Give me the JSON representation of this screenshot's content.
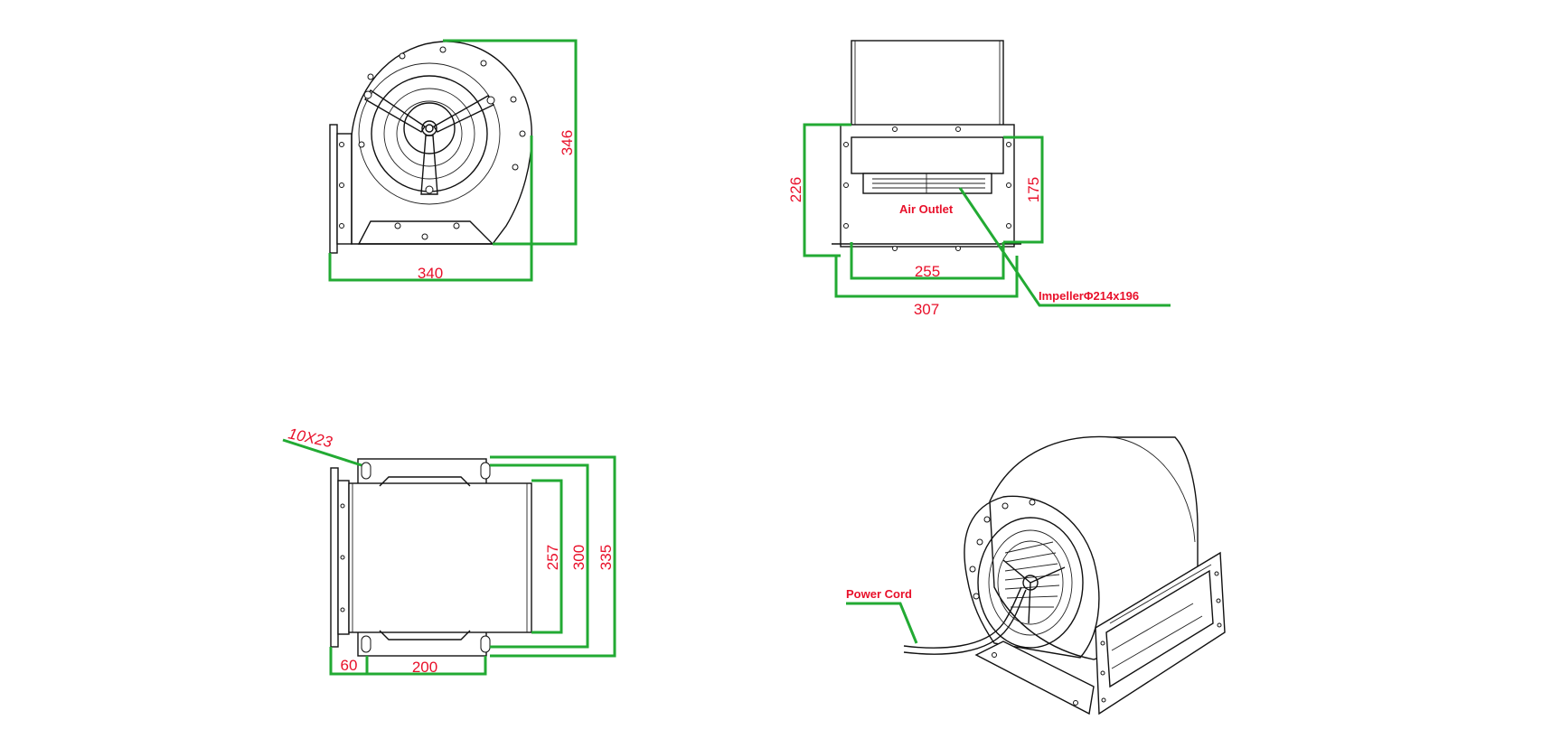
{
  "views": {
    "side": {
      "width": "340",
      "height": "346"
    },
    "front": {
      "height_outer": "226",
      "outlet_height": "175",
      "outlet_width": "255",
      "flange_width": "307",
      "air_outlet": "Air Outlet",
      "impeller": "ImpellerΦ214x196"
    },
    "top": {
      "slot": "10X23",
      "d257": "257",
      "d300": "300",
      "d335": "335",
      "d60": "60",
      "d200": "200"
    },
    "iso": {
      "power_cord": "Power Cord"
    }
  },
  "colors": {
    "dimension_line": "#22aa33",
    "dimension_text": "#e8102a"
  }
}
